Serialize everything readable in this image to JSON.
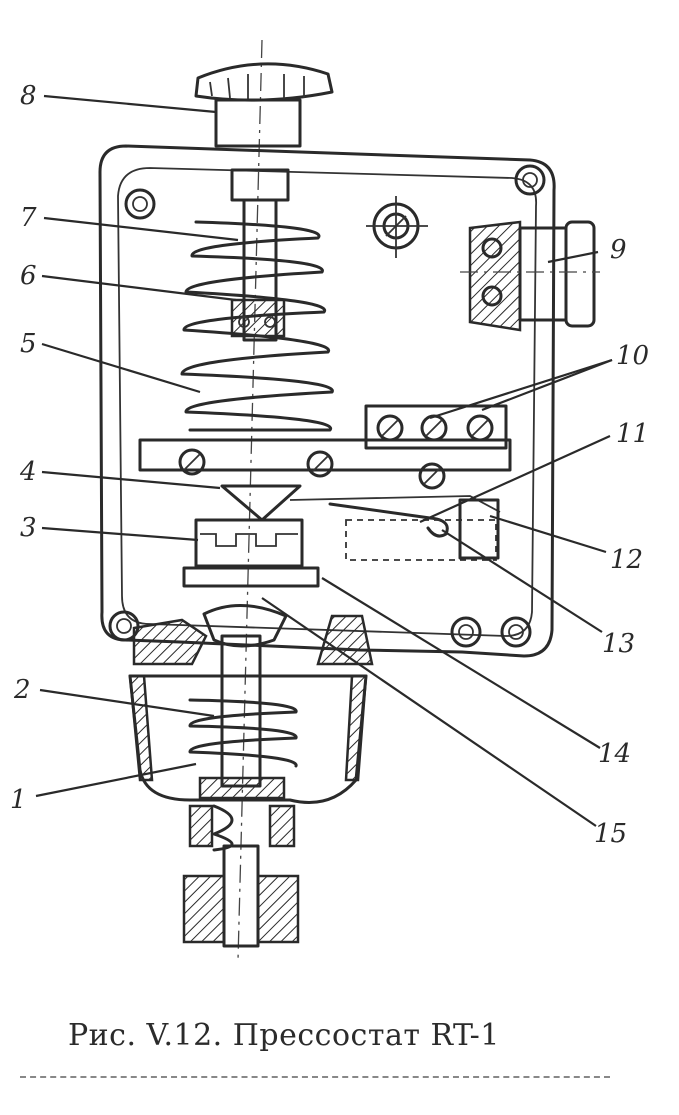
{
  "figure": {
    "caption": "Рис. V.12. Прессостат RT-1",
    "labels": {
      "l1": "1",
      "l2": "2",
      "l3": "3",
      "l4": "4",
      "l5": "5",
      "l6": "6",
      "l7": "7",
      "l8": "8",
      "l9": "9",
      "l10": "10",
      "l11": "11",
      "l12": "12",
      "l13": "13",
      "l14": "14",
      "l15": "15"
    }
  },
  "colors": {
    "ink": "#2a2a2a",
    "paper": "#ffffff"
  }
}
